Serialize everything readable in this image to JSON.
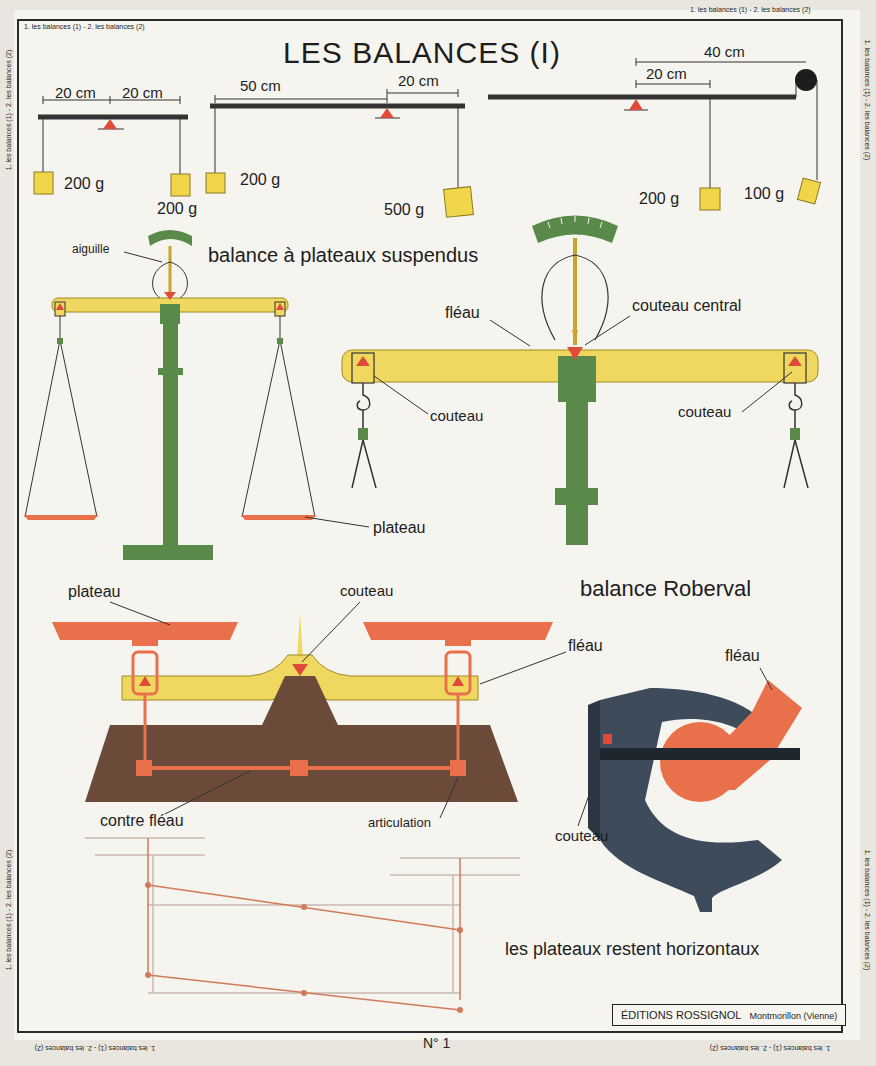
{
  "diagram": {
    "title": "LES BALANCES (I)",
    "nodes": [
      {
        "text": [
          "ÉDITIONS ROSSIGNOL",
          "Montmorillon (Vienne)"
        ]
      }
    ],
    "labels": [
      "1. les balances (1) - 2. les balances (2)",
      "1. les balances (1) - 2. les balances (2)",
      "1. les balances (1) - 2. les balances (2)",
      "1. les balances (1) - 2. les balances (2)",
      "1. les balances (1) - 2. les balances (2)",
      "1. les balances (1) - 2. les balances (2)",
      "1. les balances (1) - 2. les balances (2)",
      "1. les balances (1) - 2. les balances (2)",
      "20 cm",
      "20 cm",
      "200 g",
      "200 g",
      "50 cm",
      "20 cm",
      "200 g",
      "500 g",
      "20 cm",
      "40 cm",
      "200 g",
      "100 g",
      "balance à plateaux suspendus",
      "aiguille",
      "fléau",
      "couteau central",
      "couteau",
      "couteau",
      "plateau",
      "plateau",
      "couteau",
      "balance Roberval",
      "fléau",
      "fléau",
      "contre fléau",
      "articulation",
      "couteau",
      "les plateaux restent horizontaux",
      "N° 1"
    ]
  }
}
